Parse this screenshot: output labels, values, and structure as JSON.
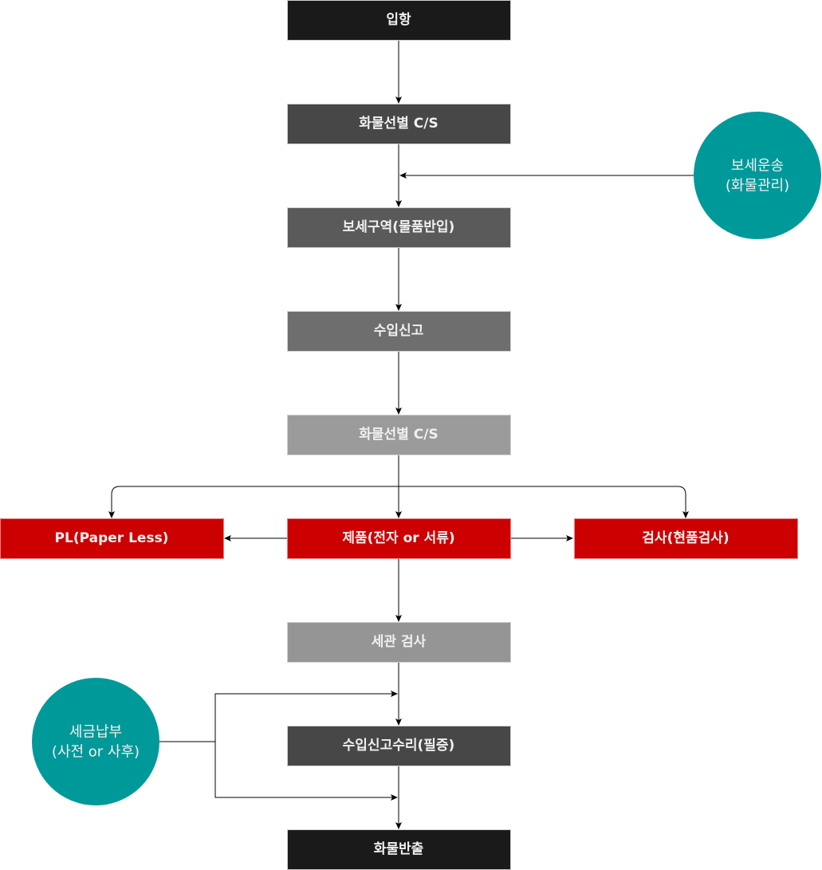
{
  "nodes": {
    "arrival": "입항",
    "cargo_selection_1": "화물선별 C/S",
    "bonded_area": "보세구역(물품반입)",
    "import_declaration": "수입신고",
    "cargo_selection_2": "화물선별 C/S",
    "paperless": "PL(Paper Less)",
    "submission": "제품(전자 or 서류)",
    "inspection": "검사(현품검사)",
    "customs_inspection": "세관 검사",
    "declaration_acceptance": "수입신고수리(필증)",
    "cargo_release": "화물반출"
  },
  "circles": {
    "bonded_transport": [
      "보세운송",
      "(화물관리)"
    ],
    "tax_payment": [
      "세금납부",
      "(사전 or 사후)"
    ]
  },
  "colors": {
    "red": "#cc0000",
    "teal": "#009999"
  }
}
